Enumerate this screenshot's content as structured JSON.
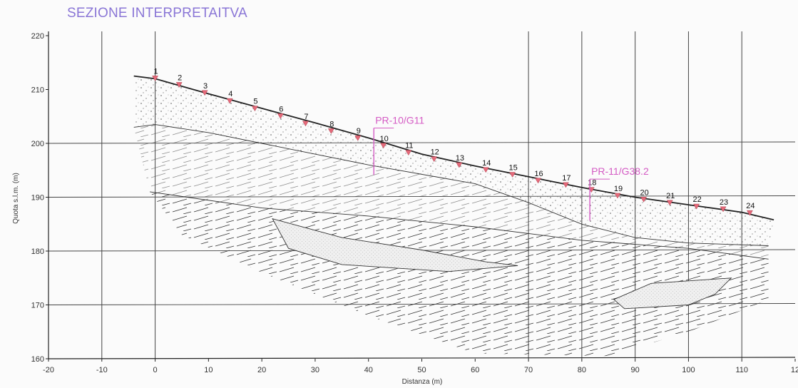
{
  "title": "SEZIONE INTERPRETAITVA",
  "colors": {
    "title": "#8a76d6",
    "well": "#d45bc4",
    "marker": "#e56a7a",
    "line": "#222222"
  },
  "chart_data": {
    "type": "cross-section",
    "xlabel": "Distanza (m)",
    "ylabel": "Quota s.l.m. (m)",
    "xlim": [
      -20,
      120
    ],
    "ylim": [
      160,
      220
    ],
    "x_ticks": [
      "-20",
      "-10",
      "0",
      "10",
      "20",
      "30",
      "40",
      "50",
      "60",
      "70",
      "80",
      "90",
      "100",
      "110",
      "12"
    ],
    "y_ticks": [
      "160",
      "170",
      "180",
      "190",
      "200",
      "210",
      "220"
    ],
    "vertical_grid_x": [
      -10,
      0,
      70,
      80,
      90,
      100,
      110
    ],
    "horizontal_grid_y": [
      170,
      180,
      190,
      200
    ],
    "surface_profile": [
      [
        -4,
        212.5
      ],
      [
        0,
        212
      ],
      [
        10,
        209.2
      ],
      [
        20,
        206.5
      ],
      [
        30,
        203.8
      ],
      [
        40,
        201
      ],
      [
        50,
        198
      ],
      [
        60,
        195.8
      ],
      [
        70,
        193.8
      ],
      [
        80,
        191.8
      ],
      [
        90,
        190
      ],
      [
        100,
        188.6
      ],
      [
        110,
        187.2
      ],
      [
        116,
        185.8
      ]
    ],
    "contact_top": [
      [
        -4,
        203
      ],
      [
        0,
        203.5
      ],
      [
        10,
        202
      ],
      [
        20,
        200
      ],
      [
        40,
        196
      ],
      [
        60,
        192.5
      ],
      [
        70,
        189
      ],
      [
        80,
        185
      ],
      [
        90,
        182.5
      ],
      [
        100,
        181.5
      ],
      [
        115,
        181
      ]
    ],
    "contact_bottom": [
      [
        -1,
        191
      ],
      [
        20,
        188
      ],
      [
        40,
        186.5
      ],
      [
        60,
        184.5
      ],
      [
        80,
        182
      ],
      [
        100,
        180.5
      ],
      [
        115,
        178.5
      ]
    ],
    "lens_1": [
      [
        22,
        186
      ],
      [
        35,
        182.5
      ],
      [
        50,
        180.2
      ],
      [
        62,
        178
      ],
      [
        68,
        177.3
      ],
      [
        55,
        176.2
      ],
      [
        35,
        177.5
      ],
      [
        25,
        180.5
      ],
      [
        22,
        186
      ]
    ],
    "lens_2": [
      [
        86,
        171
      ],
      [
        93,
        174
      ],
      [
        108,
        175
      ],
      [
        105,
        172
      ],
      [
        100,
        170
      ],
      [
        88,
        169.3
      ],
      [
        86,
        171
      ]
    ],
    "points": [
      {
        "label": "1",
        "x": 0,
        "y": 212
      },
      {
        "label": "2",
        "x": 4.5,
        "y": 210.8
      },
      {
        "label": "3",
        "x": 9.3,
        "y": 209.3
      },
      {
        "label": "4",
        "x": 14,
        "y": 207.8
      },
      {
        "label": "5",
        "x": 18.7,
        "y": 206.4
      },
      {
        "label": "6",
        "x": 23.5,
        "y": 205
      },
      {
        "label": "7",
        "x": 28.2,
        "y": 203.6
      },
      {
        "label": "8",
        "x": 33,
        "y": 202.2
      },
      {
        "label": "9",
        "x": 38,
        "y": 200.9
      },
      {
        "label": "10",
        "x": 42.8,
        "y": 199.5
      },
      {
        "label": "11",
        "x": 47.5,
        "y": 198.2
      },
      {
        "label": "12",
        "x": 52.3,
        "y": 197
      },
      {
        "label": "13",
        "x": 57,
        "y": 195.9
      },
      {
        "label": "14",
        "x": 62,
        "y": 195
      },
      {
        "label": "15",
        "x": 67,
        "y": 194.1
      },
      {
        "label": "16",
        "x": 71.8,
        "y": 193
      },
      {
        "label": "17",
        "x": 77,
        "y": 192.2
      },
      {
        "label": "18",
        "x": 81.8,
        "y": 191.3
      },
      {
        "label": "19",
        "x": 86.7,
        "y": 190.2
      },
      {
        "label": "20",
        "x": 91.6,
        "y": 189.5
      },
      {
        "label": "21",
        "x": 96.5,
        "y": 188.9
      },
      {
        "label": "22",
        "x": 101.5,
        "y": 188.2
      },
      {
        "label": "23",
        "x": 106.5,
        "y": 187.7
      },
      {
        "label": "24",
        "x": 111.5,
        "y": 187
      }
    ],
    "wells": [
      {
        "label": "PR-10/G11",
        "x": 41,
        "y_top": 201,
        "y_bottom": 196
      },
      {
        "label": "PR-11/G38.2",
        "x": 81.5,
        "y_top": 191.5,
        "y_bottom": 187.5
      }
    ]
  }
}
